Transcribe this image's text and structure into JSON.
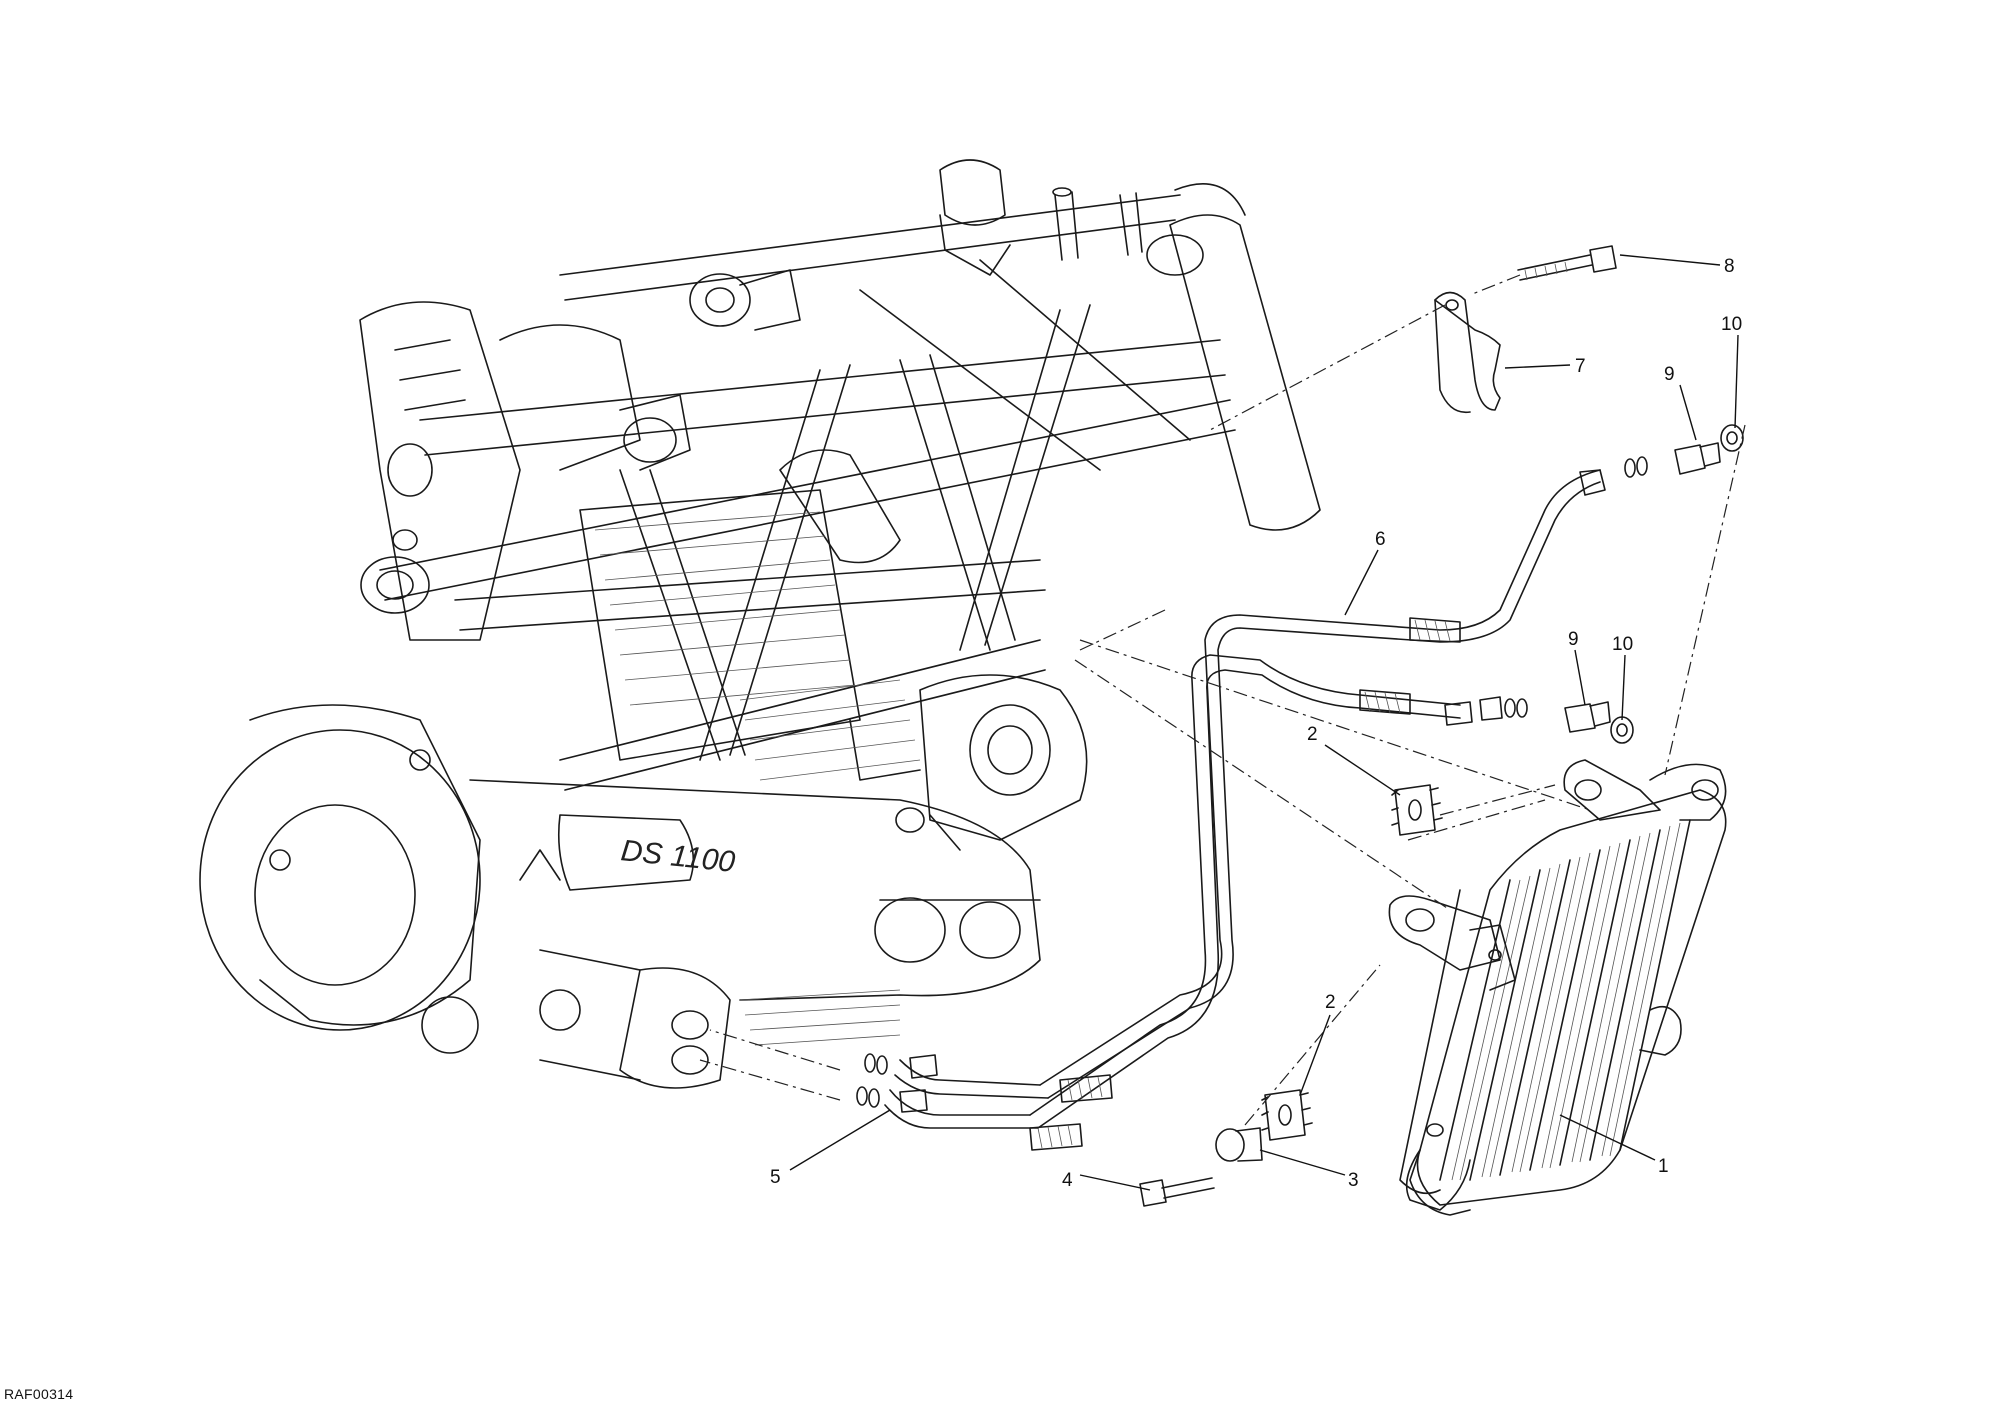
{
  "drawing_code": "RAF00314",
  "callouts": [
    "1",
    "2",
    "2",
    "3",
    "4",
    "5",
    "6",
    "7",
    "8",
    "9",
    "9",
    "10",
    "10"
  ],
  "engine_case_marking": "DS 1100"
}
